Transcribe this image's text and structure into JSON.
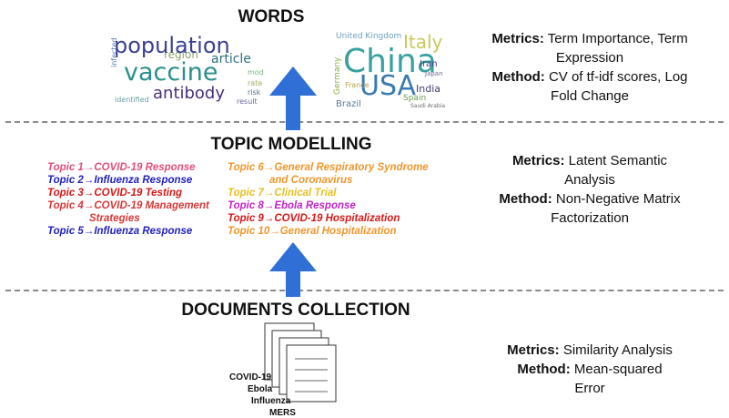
{
  "sections": {
    "words": "WORDS",
    "topic_modelling": "TOPIC MODELLING",
    "documents": "DOCUMENTS COLLECTION"
  },
  "words_metrics": {
    "metrics_label": "Metrics:",
    "metrics_text_1": "Term Importance, Term",
    "metrics_text_2": "Expression",
    "method_label": "Method:",
    "method_text_1": "CV of tf-idf scores, Log",
    "method_text_2": "Fold Change"
  },
  "topic_metrics": {
    "metrics_label": "Metrics:",
    "metrics_text_1": "Latent Semantic",
    "metrics_text_2": "Analysis",
    "method_label": "Method:",
    "method_text_1": "Non-Negative Matrix",
    "method_text_2": "Factorization"
  },
  "doc_metrics": {
    "metrics_label": "Metrics:",
    "metrics_text_1": "Similarity Analysis",
    "method_label": "Method:",
    "method_text_1": "Mean-squared",
    "method_text_2": "Error"
  },
  "topics": [
    {
      "text": "Topic 1→COVID-19 Response",
      "color": "#e0507a"
    },
    {
      "text": "Topic 2→Influenza Response",
      "color": "#2222bb"
    },
    {
      "text": "Topic 3→COVID-19 Testing",
      "color": "#d81818"
    },
    {
      "text": "Topic 4→COVID-19 Management",
      "color": "#d83838"
    },
    {
      "text": "Strategies",
      "color": "#d83838"
    },
    {
      "text": "Topic 5→Influenza Response",
      "color": "#2222bb"
    },
    {
      "text": "Topic 6→General Respiratory Syndrome",
      "color": "#f0962a"
    },
    {
      "text": "and Coronavirus",
      "color": "#f0962a"
    },
    {
      "text": "Topic 7→Clinical Trial",
      "color": "#e6c020"
    },
    {
      "text": "Topic 8→Ebola Response",
      "color": "#c025c8"
    },
    {
      "text": "Topic 9→COVID-19 Hospitalization",
      "color": "#d81818"
    },
    {
      "text": "Topic 10→General Hospitalization",
      "color": "#f0962a"
    }
  ],
  "word_cloud_1": {
    "words": [
      "population",
      "vaccine",
      "antibody",
      "article",
      "region",
      "infected",
      "identified",
      "result",
      "model",
      "rate",
      "risk"
    ]
  },
  "word_cloud_2": {
    "words": [
      "China",
      "USA",
      "Italy",
      "United Kingdom",
      "Germany",
      "Iran",
      "India",
      "Japan",
      "Spain",
      "Brazil",
      "France",
      "Saudi Arabia"
    ]
  },
  "documents": {
    "labels": [
      "COVID-19",
      "Ebola",
      "Influenza",
      "MERS"
    ]
  },
  "colors": {
    "arrow": "#2f6fd6",
    "divider": "#8a8a8a"
  }
}
